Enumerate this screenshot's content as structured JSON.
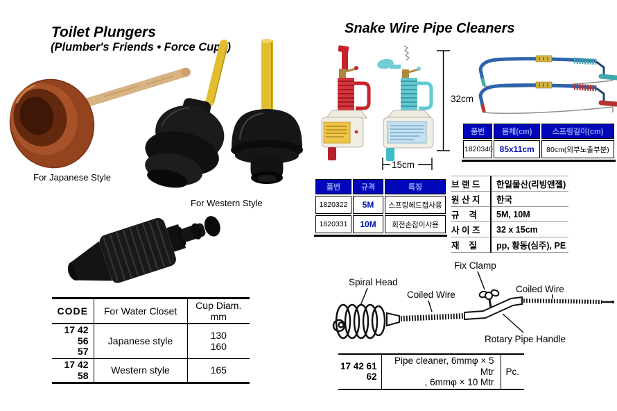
{
  "left_section": {
    "title": "Toilet Plungers",
    "subtitle": "(Plumber's Friends • Force Cups)",
    "japanese_label": "For Japanese Style",
    "western_label": "For Western Style",
    "spec_table": {
      "headers": [
        "CODE",
        "For Water Closet",
        "Cup Diam. mm"
      ],
      "rows": [
        {
          "code1": "17 42 56",
          "code2": "57",
          "style": "Japanese style",
          "diam1": "130",
          "diam2": "160"
        },
        {
          "code1": "17 42 58",
          "code2": "",
          "style": "Western style",
          "diam1": "165",
          "diam2": ""
        }
      ]
    }
  },
  "right_section": {
    "title": "Snake Wire Pipe Cleaners",
    "height_dim": "32cm",
    "width_dim": "15cm",
    "pump_spec_table": {
      "headers": [
        "품번",
        "규격",
        "특징"
      ],
      "rows": [
        {
          "code": "1820322",
          "size": "5M",
          "feature": "스프링헤드캡사용"
        },
        {
          "code": "1820331",
          "size": "10M",
          "feature": "회전손잡이사용"
        }
      ]
    },
    "wire_spec_table": {
      "headers": [
        "품번",
        "몸체(cm)",
        "스프링길이(cm)"
      ],
      "rows": [
        {
          "code": "1820340",
          "body": "85x11cm",
          "spring_length": "80cm(외부노출부분)"
        }
      ]
    },
    "brand_table": {
      "rows": [
        {
          "label": "브 랜 드",
          "value": "한일물산(리빙앤젤)"
        },
        {
          "label": "원 산 지",
          "value": "한국"
        },
        {
          "label": "규    격",
          "value": "5M, 10M"
        },
        {
          "label": "사 이 즈",
          "value": "32 x 15cm"
        },
        {
          "label": "재    질",
          "value": "pp, 황동(심주), PE"
        }
      ]
    },
    "diagram": {
      "spiral_head": "Spiral Head",
      "coiled_wire_left": "Coiled Wire",
      "fix_clamp": "Fix Clamp",
      "coiled_wire_right": "Coiled Wire",
      "rotary_pipe_handle": "Rotary Pipe Handle"
    },
    "order_table": {
      "code1": "17 42 61",
      "code2": "62",
      "desc1": "Pipe cleaner, 6mmφ ×  5 Mtr",
      "desc2": ", 6mmφ × 10 Mtr",
      "unit": "Pc."
    }
  },
  "colors": {
    "table_header_bg": "#0007b8",
    "table_header_text": "#8fa0f2",
    "spec_value_blue": "#0012a8",
    "japanese_cup_brown": "#93441f",
    "wood_handle_tan": "#d7b282",
    "yellow_handle": "#e2be2f",
    "device_red": "#c6232a",
    "device_cyan": "#5fc8d2",
    "wire_frame_blue": "#2e64ac"
  }
}
